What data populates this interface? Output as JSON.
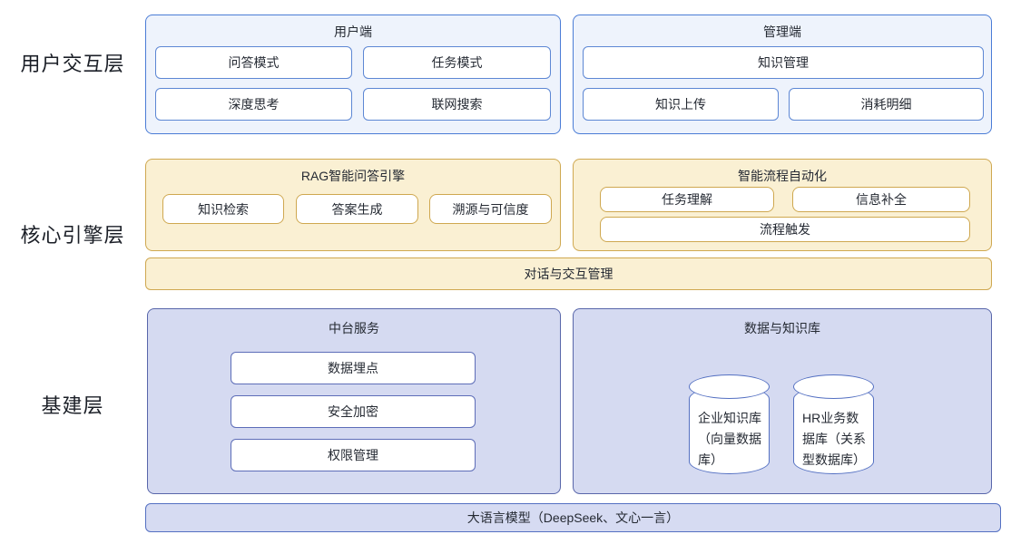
{
  "layer_labels": {
    "interaction": "用户交互层",
    "engine": "核心引擎层",
    "infra": "基建层"
  },
  "interaction": {
    "user_panel": {
      "title": "用户端",
      "items": [
        "问答模式",
        "任务模式",
        "深度思考",
        "联网搜索"
      ]
    },
    "admin_panel": {
      "title": "管理端",
      "full_item": "知识管理",
      "items": [
        "知识上传",
        "消耗明细"
      ]
    }
  },
  "engine": {
    "rag_panel": {
      "title": "RAG智能问答引擎",
      "items": [
        "知识检索",
        "答案生成",
        "溯源与可信度"
      ]
    },
    "automation_panel": {
      "title": "智能流程自动化",
      "items": [
        "任务理解",
        "信息补全"
      ],
      "full_item": "流程触发"
    },
    "dialog_bar": "对话与交互管理"
  },
  "infra": {
    "midplatform_panel": {
      "title": "中台服务",
      "items": [
        "数据埋点",
        "安全加密",
        "权限管理"
      ]
    },
    "data_panel": {
      "title": "数据与知识库",
      "databases": [
        "企业知识库（向量数据库）",
        "HR业务数据库（关系型数据库）"
      ]
    },
    "llm_bar": "大语言模型（DeepSeek、文心一言）"
  },
  "colors": {
    "blue_fill": "#eef3fc",
    "blue_border": "#4a7cd6",
    "blue_box_border": "#5d87d4",
    "yellow_fill": "#faf0d3",
    "yellow_border": "#cfa850",
    "purple_fill": "#d5daf1",
    "purple_border": "#5866aa",
    "purple_box_border": "#5d6db8",
    "cylinder_border": "#5470c2",
    "lavender_bar_fill": "#d6dbf2"
  }
}
